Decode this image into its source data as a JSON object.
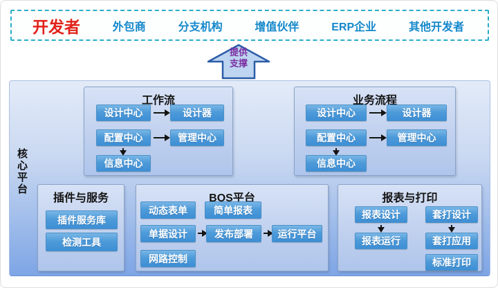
{
  "header": {
    "items": [
      {
        "label": "开发者"
      },
      {
        "label": "外包商"
      },
      {
        "label": "分支机构"
      },
      {
        "label": "增值伙伴"
      },
      {
        "label": "ERP企业"
      },
      {
        "label": "其他开发者"
      }
    ]
  },
  "support_arrow": {
    "line1": "提供",
    "line2": "支撑"
  },
  "platform": {
    "side_label": "核心平台",
    "workflow": {
      "title": "工作流",
      "design_center": "设计中心",
      "designer": "设计器",
      "config_center": "配置中心",
      "manage_center": "管理中心",
      "info_center": "信息中心"
    },
    "business": {
      "title": "业务流程",
      "design_center": "设计中心",
      "designer": "设计器",
      "config_center": "配置中心",
      "manage_center": "管理中心",
      "info_center": "信息中心"
    },
    "plugins": {
      "title": "插件与服务",
      "items": [
        "插件服务库",
        "检测工具"
      ]
    },
    "bos": {
      "title": "BOS平台",
      "dynamic_form": "动态表单",
      "simple_report": "简单报表",
      "doc_design": "单据设计",
      "deploy": "发布部署",
      "runtime": "运行平台",
      "network_control": "网路控制"
    },
    "report": {
      "title": "报表与打印",
      "report_design": "报表设计",
      "report_run": "报表运行",
      "overlay_design": "套打设计",
      "overlay_app": "套打应用",
      "standard_print": "标准打印"
    }
  },
  "colors": {
    "developer_red": "#e1221a",
    "header_blue": "#1488cb",
    "dashed_border_teal": "#29adc9",
    "support_text_purple": "#7c2ea1",
    "module_box_blue": "#4e9bd9",
    "panel_blue": "#7ea5e5"
  }
}
